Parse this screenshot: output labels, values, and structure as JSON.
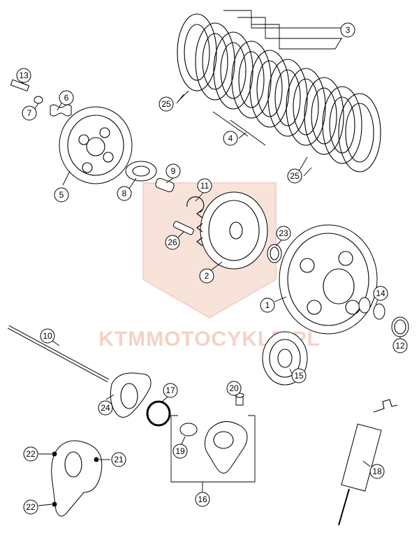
{
  "watermark": {
    "text": "KTMMOTOCYKLE.PL",
    "color": "#f2c8b8"
  },
  "callouts": [
    {
      "id": "c1",
      "label": "1"
    },
    {
      "id": "c2",
      "label": "2"
    },
    {
      "id": "c3",
      "label": "3"
    },
    {
      "id": "c4",
      "label": "4"
    },
    {
      "id": "c5",
      "label": "5"
    },
    {
      "id": "c6",
      "label": "6"
    },
    {
      "id": "c7",
      "label": "7"
    },
    {
      "id": "c8",
      "label": "8"
    },
    {
      "id": "c9",
      "label": "9"
    },
    {
      "id": "c10",
      "label": "10"
    },
    {
      "id": "c11",
      "label": "11"
    },
    {
      "id": "c12",
      "label": "12"
    },
    {
      "id": "c13",
      "label": "13"
    },
    {
      "id": "c14",
      "label": "14"
    },
    {
      "id": "c15",
      "label": "15"
    },
    {
      "id": "c16",
      "label": "16"
    },
    {
      "id": "c17",
      "label": "17"
    },
    {
      "id": "c18",
      "label": "18"
    },
    {
      "id": "c19",
      "label": "19"
    },
    {
      "id": "c20",
      "label": "20"
    },
    {
      "id": "c21",
      "label": "21"
    },
    {
      "id": "c22a",
      "label": "22"
    },
    {
      "id": "c22b",
      "label": "22"
    },
    {
      "id": "c23",
      "label": "23"
    },
    {
      "id": "c24",
      "label": "24"
    },
    {
      "id": "c25a",
      "label": "25"
    },
    {
      "id": "c25b",
      "label": "25"
    },
    {
      "id": "c26",
      "label": "26"
    }
  ]
}
